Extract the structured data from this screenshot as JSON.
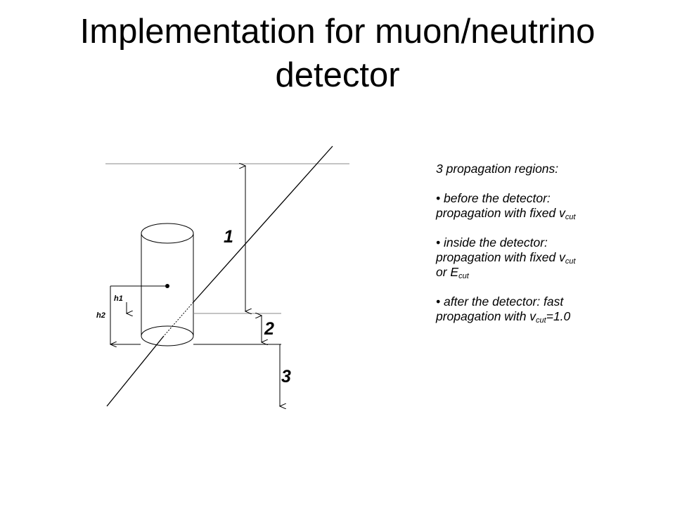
{
  "title": {
    "line1": "Implementation for muon/neutrino",
    "line2": "detector"
  },
  "diagram": {
    "region_labels": [
      "1",
      "2",
      "3"
    ],
    "height_labels": [
      "h1",
      "h2"
    ]
  },
  "notes": {
    "heading": "3 propagation regions:",
    "bullet_symbol": "•",
    "bullet1_line1": "before the detector:",
    "bullet1_line2_prefix": "propagation with fixed v",
    "bullet1_sub": "cut",
    "bullet2_line1": "inside the detector:",
    "bullet2_line2_prefix": "propagation with fixed v",
    "bullet2_sub1": "cut",
    "bullet2_line3_prefix": "or E",
    "bullet2_sub2": "cut",
    "bullet3_line1": "after the detector: fast",
    "bullet3_line2_prefix": "propagation with v",
    "bullet3_sub": "cut",
    "bullet3_line2_suffix": "=1.0"
  }
}
